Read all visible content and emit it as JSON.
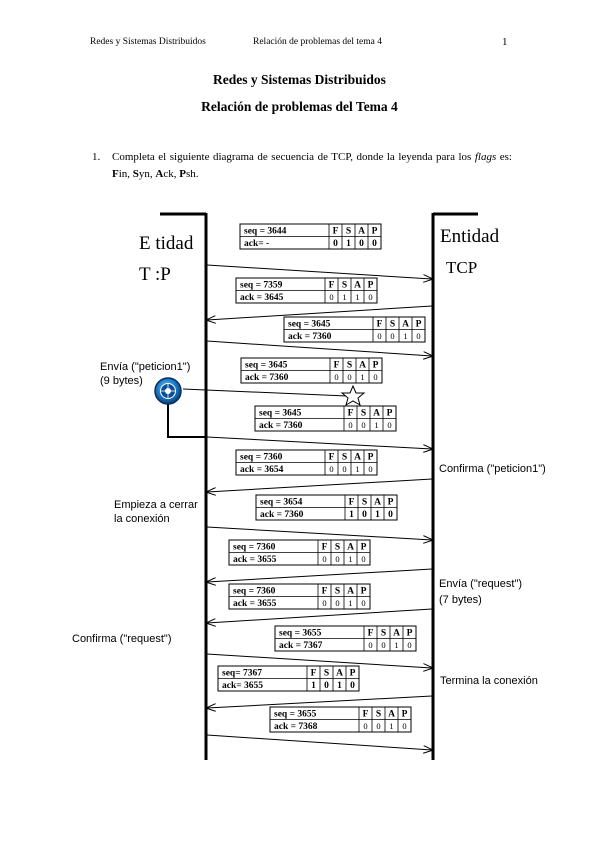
{
  "header": {
    "left": "Redes y Sistemas Distribuidos",
    "center": "Relación de problemas del tema 4",
    "page": "1"
  },
  "title": {
    "line1": "Redes y Sistemas Distribuidos",
    "line2": "Relación de problemas del Tema 4"
  },
  "question": {
    "number": "1.",
    "text_a": "Completa el siguiente diagrama de secuencia de TCP, donde la leyenda para los",
    "flags_word": "flags",
    "text_b": "es:",
    "legend": [
      {
        "bold": "F",
        "rest": "in"
      },
      {
        "bold": "S",
        "rest": "yn"
      },
      {
        "bold": "A",
        "rest": "ck"
      },
      {
        "bold": "P",
        "rest": "sh"
      }
    ]
  },
  "diagram": {
    "left_entity": {
      "line1": "E tidad",
      "line2": "T :P"
    },
    "right_entity": {
      "line1": "Entidad",
      "line2": "TCP"
    },
    "flag_headers": [
      "F",
      "S",
      "A",
      "P"
    ],
    "boxes": [
      {
        "seq": "seq = 3644",
        "ack": "ack= -",
        "flags": [
          "0",
          "1",
          "0",
          "0"
        ],
        "bold": true
      },
      {
        "seq": "seq = 7359",
        "ack": "ack = 3645",
        "flags": [
          "0",
          "1",
          "1",
          "0"
        ],
        "bold": false
      },
      {
        "seq": "seq = 3645",
        "ack": "ack = 7360",
        "flags": [
          "0",
          "0",
          "1",
          "0"
        ],
        "bold": false
      },
      {
        "seq": "seq = 3645",
        "ack": "ack = 7360",
        "flags": [
          "0",
          "0",
          "1",
          "0"
        ],
        "bold": false
      },
      {
        "seq": "seq = 3645",
        "ack": "ack = 7360",
        "flags": [
          "0",
          "0",
          "1",
          "0"
        ],
        "bold": false
      },
      {
        "seq": "seq = 7360",
        "ack": "ack = 3654",
        "flags": [
          "0",
          "0",
          "1",
          "0"
        ],
        "bold": false
      },
      {
        "seq": "seq = 3654",
        "ack": "ack = 7360",
        "flags": [
          "1",
          "0",
          "1",
          "0"
        ],
        "bold": true
      },
      {
        "seq": "seq = 7360",
        "ack": "ack = 3655",
        "flags": [
          "0",
          "0",
          "1",
          "0"
        ],
        "bold": false
      },
      {
        "seq": "seq = 7360",
        "ack": "ack = 3655",
        "flags": [
          "0",
          "0",
          "1",
          "0"
        ],
        "bold": false
      },
      {
        "seq": "seq = 3655",
        "ack": "ack = 7367",
        "flags": [
          "0",
          "0",
          "1",
          "0"
        ],
        "bold": false
      },
      {
        "seq": "seq= 7367",
        "ack": "ack= 3655",
        "flags": [
          "1",
          "0",
          "1",
          "0"
        ],
        "bold": true
      },
      {
        "seq": "seq = 3655",
        "ack": "ack = 7368",
        "flags": [
          "0",
          "0",
          "1",
          "0"
        ],
        "bold": false
      }
    ],
    "annotations": {
      "envia_peticion": "Envía (\"peticion1\")",
      "nine_bytes": "(9 bytes)",
      "confirma_peticion": "Confirma (\"peticion1\")",
      "empieza_1": "Empieza a cerrar",
      "empieza_2": "la conexión",
      "envia_request": "Envía (\"request\")",
      "seven_bytes": "(7 bytes)",
      "confirma_request": "Confirma (\"request\")",
      "termina": "Termina la conexión"
    }
  }
}
